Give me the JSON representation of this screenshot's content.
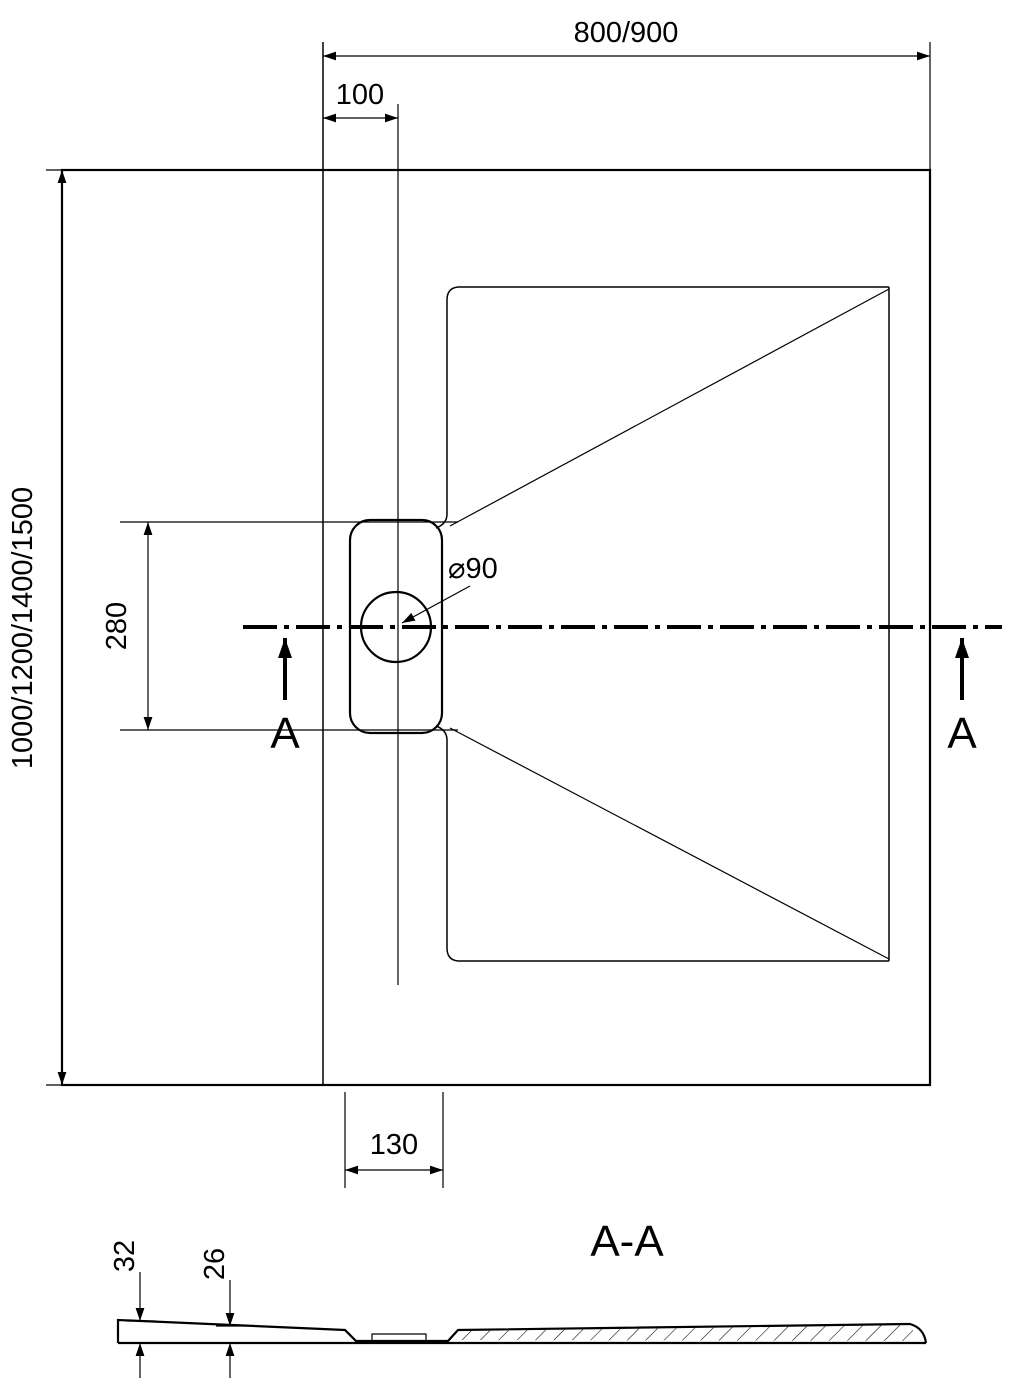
{
  "drawing": {
    "colors": {
      "line": "#000000",
      "background": "#ffffff"
    },
    "top_view": {
      "dim_width_top": "800/900",
      "dim_drain_offset": "100",
      "dim_length_left": "1000/1200/1400/1500",
      "dim_drain_slot_length": "280",
      "dim_drain_channel_width": "130",
      "drain_diameter_label": "⌀90",
      "section_label_left": "A",
      "section_label_right": "A"
    },
    "section_view": {
      "title": "A-A",
      "dim_edge_height": "32",
      "dim_floor_height": "26"
    }
  }
}
